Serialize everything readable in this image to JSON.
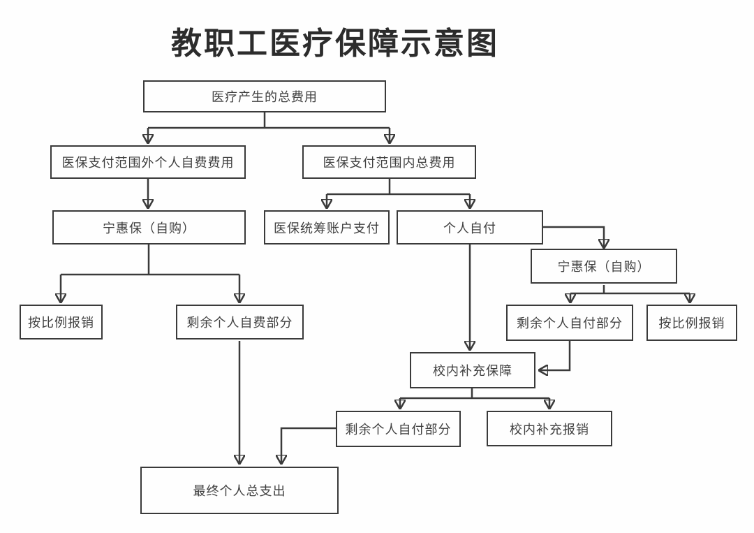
{
  "title": "教职工医疗保障示意图",
  "colors": {
    "line": "#3a3a3a",
    "box_border": "#3a3a3a",
    "text": "#3f3f3f",
    "title_text": "#2c2c2c",
    "background": "#fefefe"
  },
  "nodes": {
    "total_cost": {
      "label": "医疗产生的总费用"
    },
    "outside_scope": {
      "label": "医保支付范围外个人自费费用"
    },
    "inside_scope": {
      "label": "医保支付范围内总费用"
    },
    "ninghuibao_left": {
      "label": "宁惠保（自购）"
    },
    "pooled_account": {
      "label": "医保统筹账户支付"
    },
    "personal_pay": {
      "label": "个人自付"
    },
    "ninghuibao_right": {
      "label": "宁惠保（自购）"
    },
    "proportional_reimburse_left": {
      "label": "按比例报销"
    },
    "remaining_self_fee": {
      "label": "剩余个人自费部分"
    },
    "remaining_personal_pay_right": {
      "label": "剩余个人自付部分"
    },
    "proportional_reimburse_right": {
      "label": "按比例报销"
    },
    "campus_supplement": {
      "label": "校内补充保障"
    },
    "remaining_personal_pay_bottom": {
      "label": "剩余个人自付部分"
    },
    "campus_supplement_reimburse": {
      "label": "校内补充报销"
    },
    "final_total_expense": {
      "label": "最终个人总支出"
    }
  },
  "edges": [
    {
      "from": "total_cost",
      "to": "outside_scope"
    },
    {
      "from": "total_cost",
      "to": "inside_scope"
    },
    {
      "from": "outside_scope",
      "to": "ninghuibao_left"
    },
    {
      "from": "inside_scope",
      "to": "pooled_account"
    },
    {
      "from": "inside_scope",
      "to": "personal_pay"
    },
    {
      "from": "ninghuibao_left",
      "to": "proportional_reimburse_left"
    },
    {
      "from": "ninghuibao_left",
      "to": "remaining_self_fee"
    },
    {
      "from": "personal_pay",
      "to": "ninghuibao_right"
    },
    {
      "from": "personal_pay",
      "to": "campus_supplement"
    },
    {
      "from": "ninghuibao_right",
      "to": "remaining_personal_pay_right"
    },
    {
      "from": "ninghuibao_right",
      "to": "proportional_reimburse_right"
    },
    {
      "from": "remaining_personal_pay_right",
      "to": "campus_supplement"
    },
    {
      "from": "campus_supplement",
      "to": "remaining_personal_pay_bottom"
    },
    {
      "from": "campus_supplement",
      "to": "campus_supplement_reimburse"
    },
    {
      "from": "remaining_self_fee",
      "to": "final_total_expense"
    },
    {
      "from": "remaining_personal_pay_bottom",
      "to": "final_total_expense"
    }
  ]
}
